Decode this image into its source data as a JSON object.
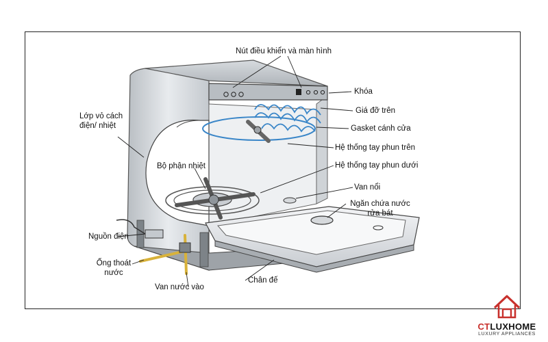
{
  "labels": {
    "controls": "Nút điều khiển và màn hình",
    "lock": "Khóa",
    "upper_rack": "Giá đỡ trên",
    "door_gasket": "Gasket cánh cửa",
    "upper_spray_arm": "Hệ thống tay phun trên",
    "lower_spray_arm": "Hệ thống tay phun dưới",
    "float_valve": "Van nổi",
    "detergent_dispenser": "Ngăn chứa nước rửa bát",
    "insulation": "Lớp vỏ cách điện/ nhiệt",
    "heating_element": "Bộ phận nhiệt",
    "power_supply": "Nguồn điện",
    "drain_hose": "Ống thoát nước",
    "inlet_valve": "Van nước vào",
    "base": "Chân đế"
  },
  "logo": {
    "brand_prefix": "CT",
    "brand_main": "LUXHOME",
    "tagline": "LUXURY APPLIANCES"
  },
  "colors": {
    "spray_arm_blue": "#3a86c8",
    "pipe_yellow": "#d8b23a",
    "logo_red": "#c8302c",
    "steel_light": "#e6e9ec",
    "steel_dark": "#8f959b"
  }
}
